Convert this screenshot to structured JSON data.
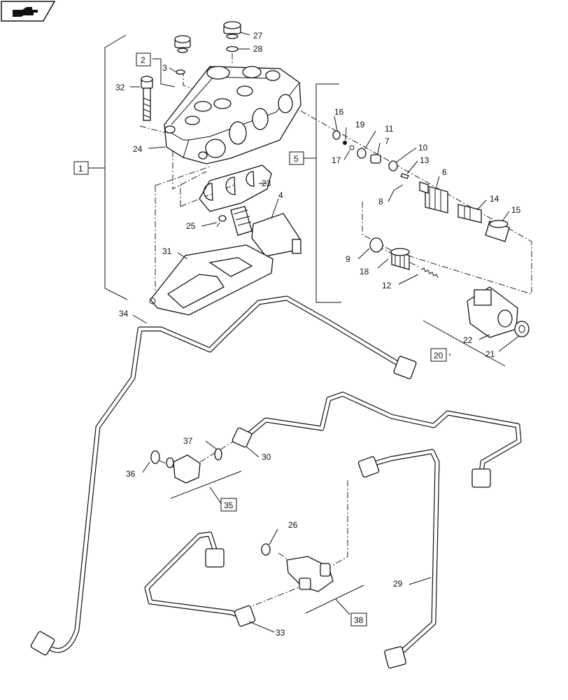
{
  "toolbar_icon": "hand-pointing-icon",
  "callouts": {
    "p1": "1",
    "p2": "2",
    "p3": "3",
    "p4": "4",
    "p5": "5",
    "p6": "6",
    "p7": "7",
    "p8": "8",
    "p9": "9",
    "p10": "10",
    "p11": "11",
    "p12": "12",
    "p13": "13",
    "p14": "14",
    "p15": "15",
    "p16": "16",
    "p17": "17",
    "p18": "18",
    "p19": "19",
    "p20": "20",
    "p21": "21",
    "p22": "22",
    "p23": "23",
    "p24": "24",
    "p25": "25",
    "p26": "26",
    "p27": "27",
    "p28": "28",
    "p29": "29",
    "p30": "30",
    "p31": "31",
    "p32": "32",
    "p33": "33",
    "p34": "34",
    "p35": "35",
    "p36": "36",
    "p37": "37",
    "p38": "38"
  }
}
